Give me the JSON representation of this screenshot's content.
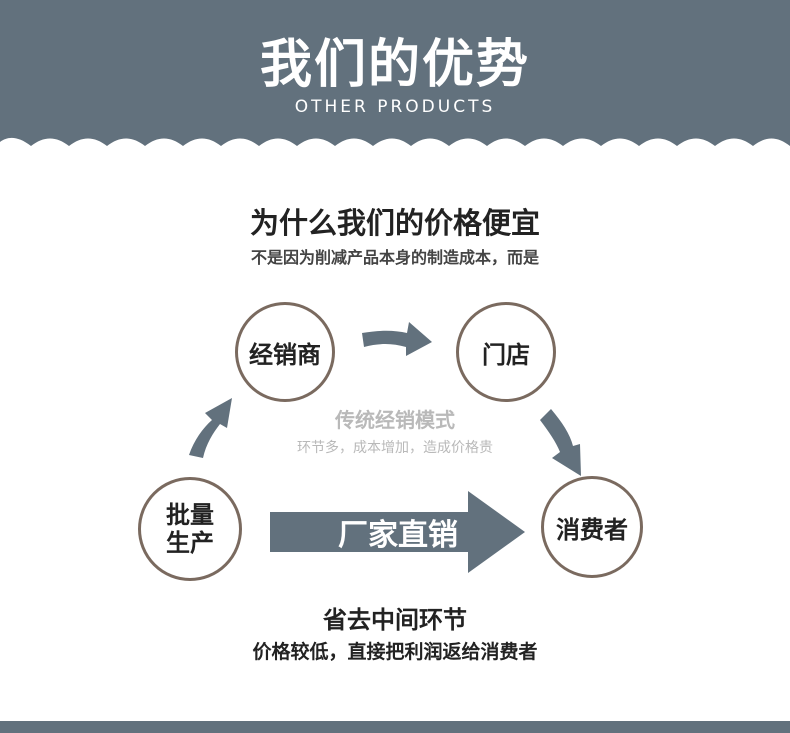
{
  "header": {
    "title": "我们的优势",
    "subtitle": "OTHER PRODUCTS"
  },
  "question": {
    "title": "为什么我们的价格便宜",
    "subtitle": "不是因为削减产品本身的制造成本，而是"
  },
  "nodes": {
    "dealer": "经销商",
    "store": "门店",
    "production": "批量\n生产",
    "consumer": "消费者"
  },
  "traditional": {
    "title": "传统经销模式",
    "subtitle": "环节多，成本增加，造成价格贵"
  },
  "direct": {
    "label": "厂家直销"
  },
  "benefit": {
    "title": "省去中间环节",
    "subtitle": "价格较低，直接把利润返给消费者"
  },
  "colors": {
    "header_bg": "#62717d",
    "arrow": "#62717d",
    "circle_border": "#7a6a5f",
    "muted_text": "#b9b9b9"
  }
}
